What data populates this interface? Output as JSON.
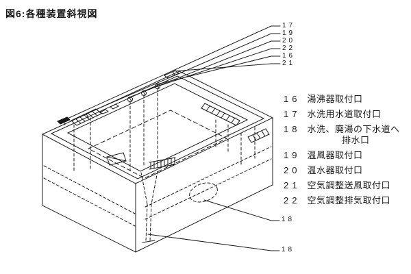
{
  "title": "図6:各種装置斜視図",
  "colors": {
    "ink": "#1a1a1a",
    "bg": "#ffffff"
  },
  "callouts": {
    "top": [
      "17",
      "19",
      "20",
      "22",
      "16",
      "21"
    ],
    "bottom": [
      "18",
      "18"
    ]
  },
  "legend": {
    "items": [
      {
        "num": "16",
        "label": "湯沸器取付口"
      },
      {
        "num": "17",
        "label": "水洗用水道取付口"
      },
      {
        "num": "18",
        "label": "水洗、廃湯の下水道へ",
        "label2": "排水口"
      },
      {
        "num": "19",
        "label": "温風器取付口"
      },
      {
        "num": "20",
        "label": "温水器取付口"
      },
      {
        "num": "21",
        "label": "空気調整送風取付口"
      },
      {
        "num": "22",
        "label": "空気調整排気取付口"
      }
    ]
  }
}
